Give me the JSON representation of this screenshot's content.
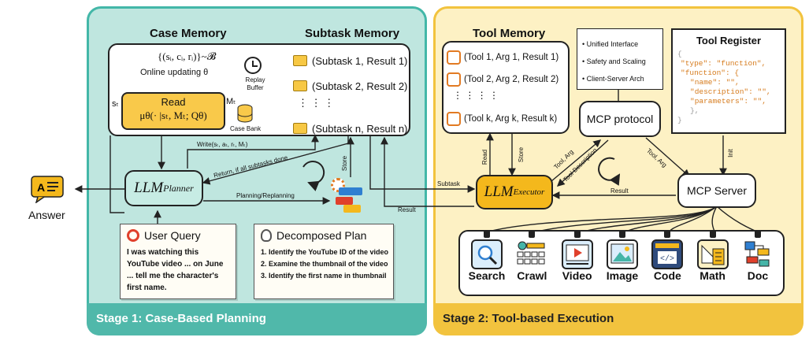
{
  "stage1": {
    "label": "Stage 1: Case-Based Planning"
  },
  "stage2": {
    "label": "Stage 2: Tool-based Execution"
  },
  "case_memory": {
    "title": "Case Memory",
    "set_expr": "{(sᵢ, cᵢ, rᵢ)}~𝓑",
    "online_updating": "Online updating θ",
    "replay_buffer": "Replay Buffer",
    "read_label": "Read",
    "read_expr": "μθ(· |sₜ, Mₜ; Qθ)",
    "s_t": "sₜ",
    "m_t": "Mₜ",
    "case_bank": "Case Bank"
  },
  "subtask_memory": {
    "title": "Subtask Memory",
    "items": [
      "(Subtask 1, Result 1)",
      "(Subtask 2, Result 2)",
      "(Subtask n, Result n)"
    ],
    "dots": "⋮        ⋮        ⋮"
  },
  "tool_memory": {
    "title": "Tool Memory",
    "items": [
      "(Tool 1, Arg 1, Result 1)",
      "(Tool 2, Arg 2, Result 2)",
      "(Tool k, Arg k, Result k)"
    ],
    "dots": "⋮      ⋮      ⋮      ⋮"
  },
  "mcp_features": [
    "Unified Interface",
    "Safety and Scaling",
    "Client-Server Arch"
  ],
  "mcp_protocol": "MCP protocol",
  "mcp_server": "MCP Server",
  "tool_register": {
    "title": "Tool Register",
    "lines": [
      "{",
      "\"type\": \"function\",",
      "\"function\": {",
      "\"name\": \"\",",
      "\"description\": \"\",",
      "\"parameters\": \"\",",
      "},",
      "}"
    ]
  },
  "llm_planner": {
    "base": "LLM",
    "sub": "Planner"
  },
  "llm_executor": {
    "base": "LLM",
    "sub": "Executor"
  },
  "answer": "Answer",
  "user_query": {
    "title": "User Query",
    "text": "I was watching this YouTube video ... on June ... tell me the character's first name."
  },
  "decomposed_plan": {
    "title": "Decomposed Plan",
    "steps": [
      "1. Identify the YouTube ID of the video",
      "2. Examine the thumbnail of the video",
      "3. Identify the first name in thumbnail"
    ]
  },
  "edges": {
    "write": "Write(sₜ, aₜ, rₜ, Mₜ)",
    "return": "Return, if all subtasks done",
    "store1": "Store",
    "planning": "Planning/Replanning",
    "subtask": "Subtask",
    "result1": "Result",
    "read": "Read",
    "store2": "Store",
    "tool_arg1": "Tool, Arg",
    "tool_desc": "Tool Description",
    "tool_arg2": "Tool, Arg",
    "result2": "Result",
    "init": "Init"
  },
  "tools": [
    "Search",
    "Crawl",
    "Video",
    "Image",
    "Code",
    "Math",
    "Doc"
  ],
  "colors": {
    "stage1_bg": "#bfe6df",
    "stage1_border": "#43b7a8",
    "stage2_bg": "#fdf1c4",
    "stage2_border": "#f2c33e",
    "read_box": "#f9c94a",
    "executor": "#f4b81c"
  }
}
